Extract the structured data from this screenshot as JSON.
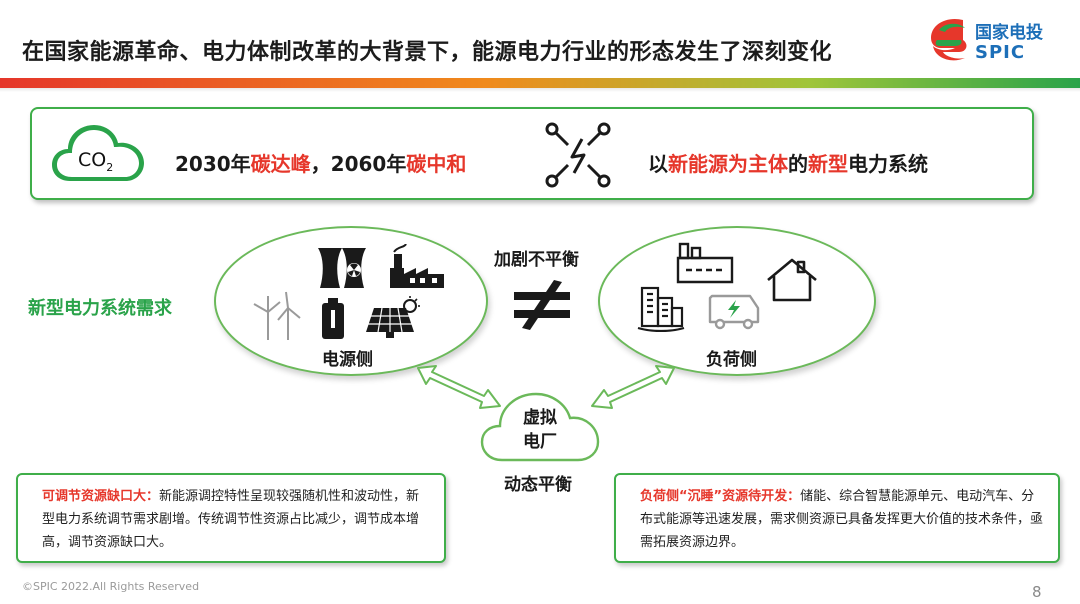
{
  "header": {
    "title": "在国家能源革命、电力体制改革的大背景下，能源电力行业的形态发生了深刻变化",
    "logo_cn": "国家电投",
    "logo_en": "SPIC"
  },
  "top_box": {
    "co2": "CO",
    "co2_sub": "2",
    "carbon_part1": "2030年",
    "carbon_hl1": "碳达峰",
    "carbon_part2": "，2060年",
    "carbon_hl2": "碳中和",
    "system_part1": "以",
    "system_hl1": "新能源为主体",
    "system_part2": "的",
    "system_hl2": "新型",
    "system_part3": "电力系统"
  },
  "diagram": {
    "demand_label": "新型电力系统需求",
    "supply_label": "电源侧",
    "load_label": "负荷侧",
    "imbalance_label": "加剧不平衡",
    "vpp_line1": "虚拟",
    "vpp_line2": "电厂",
    "balance_label": "动态平衡"
  },
  "notes": {
    "left_title": "可调节资源缺口大：",
    "left_body": "新能源调控特性呈现较强随机性和波动性，新型电力系统调节需求剧增。传统调节性资源占比减少，调节成本增高，调节资源缺口大。",
    "right_title": "负荷侧“沉睡”资源待开发：",
    "right_body": "储能、综合智慧能源单元、电动汽车、分布式能源等迅速发展，需求侧资源已具备发挥更大价值的技术条件，亟需拓展资源边界。"
  },
  "footer": {
    "copyright": "©SPIC 2022.All Rights Reserved",
    "page": "8"
  },
  "colors": {
    "accent_green": "#3fae49",
    "highlight_red": "#e6372b",
    "logo_blue": "#1d6fb8"
  }
}
